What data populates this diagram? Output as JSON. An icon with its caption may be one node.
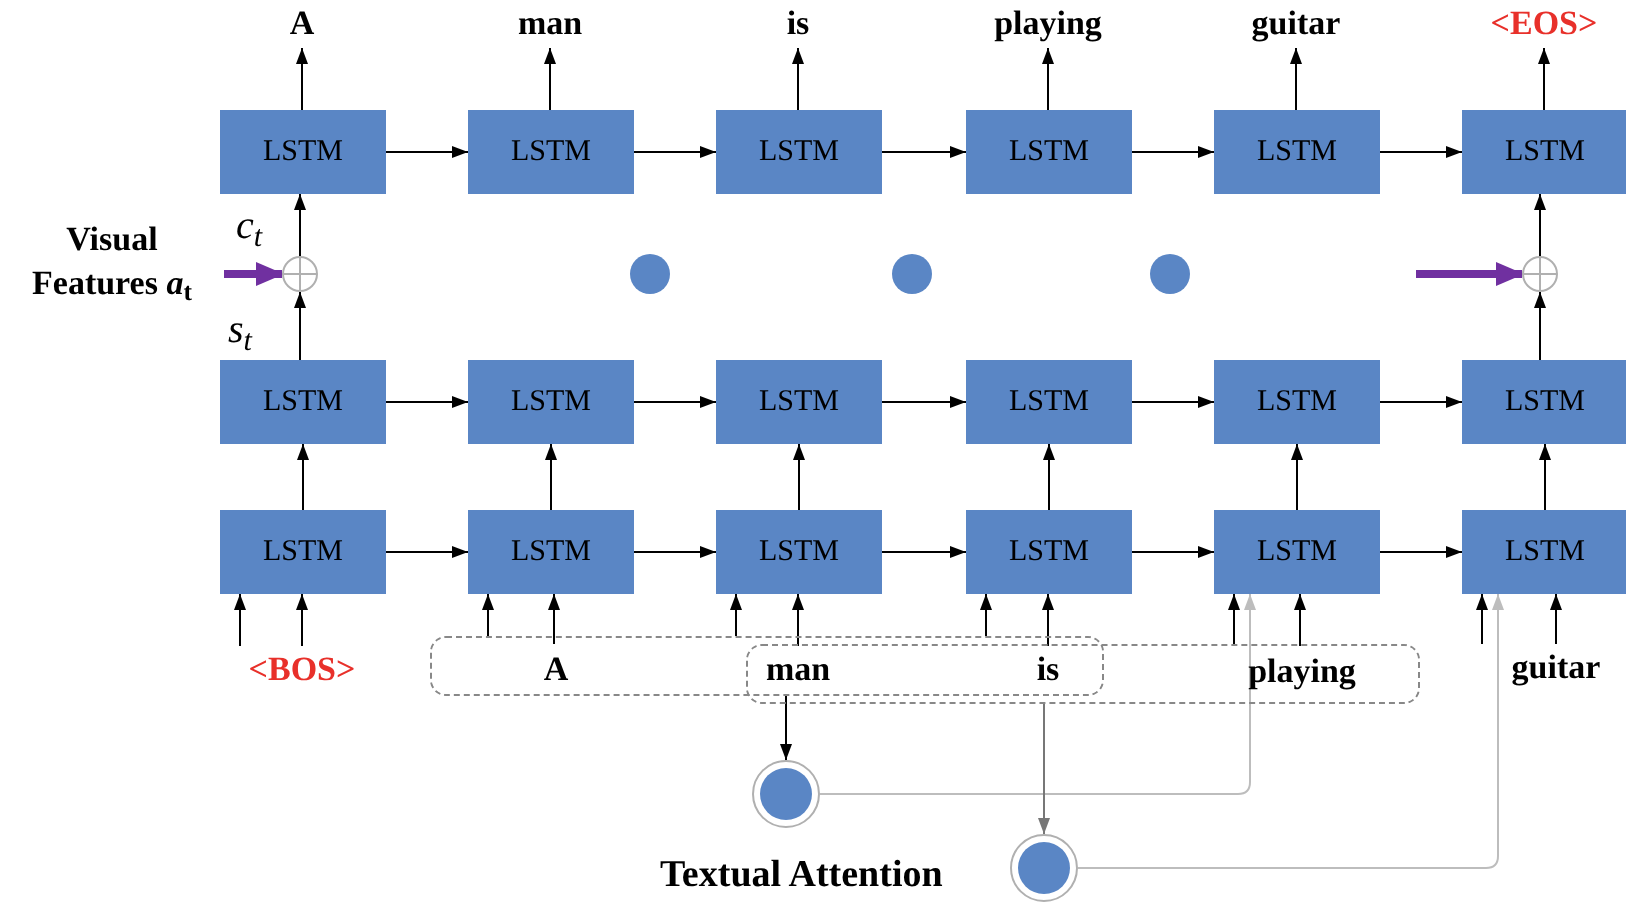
{
  "diagram": {
    "nodes": [
      {
        "text": [
          "A"
        ]
      },
      {
        "text": [
          "man"
        ]
      },
      {
        "text": [
          "is"
        ]
      },
      {
        "text": [
          "playing"
        ]
      },
      {
        "text": [
          "guitar"
        ]
      },
      {
        "text": [
          "<EOS>"
        ]
      },
      {
        "text": [
          "LSTM"
        ]
      },
      {
        "text": [
          "LSTM"
        ]
      },
      {
        "text": [
          "LSTM"
        ]
      },
      {
        "text": [
          "LSTM"
        ]
      },
      {
        "text": [
          "LSTM"
        ]
      },
      {
        "text": [
          "LSTM"
        ]
      },
      {
        "text": [
          "Visual Features *a*$_{t}$"
        ]
      },
      {
        "text": [],
        "shape": "circle"
      },
      {
        "text": [],
        "shape": "circle"
      },
      {
        "text": [],
        "shape": "circle"
      },
      {
        "text": [],
        "shape": "circle"
      },
      {
        "text": [],
        "shape": "circle"
      },
      {
        "text": [
          "LSTM"
        ]
      },
      {
        "text": [
          "LSTM"
        ]
      },
      {
        "text": [
          "LSTM"
        ]
      },
      {
        "text": [
          "LSTM"
        ]
      },
      {
        "text": [
          "LSTM"
        ]
      },
      {
        "text": [
          "LSTM"
        ]
      },
      {
        "text": [
          "LSTM"
        ]
      },
      {
        "text": [
          "LSTM"
        ]
      },
      {
        "text": [
          "LSTM"
        ]
      },
      {
        "text": [
          "LSTM"
        ]
      },
      {
        "text": [
          "LSTM"
        ]
      },
      {
        "text": [
          "LSTM"
        ]
      },
      {
        "text": [
          "<BOS>"
        ]
      },
      {
        "text": [],
        "shape": "box"
      },
      {
        "text": [
          "A"
        ],
        "in": 31
      },
      {
        "text": [],
        "shape": "box"
      },
      {
        "text": [
          "man"
        ]
      },
      {
        "text": [
          "is"
        ]
      },
      {
        "text": [
          "playing"
        ],
        "in": 33
      },
      {
        "text": [
          "guitar"
        ]
      },
      {
        "text": [],
        "shape": "circle"
      },
      {
        "text": [],
        "shape": "circle"
      }
    ],
    "edges": [
      {
        "from": 6,
        "to": 0,
        "arrow": "to"
      },
      {
        "from": 7,
        "to": 1,
        "arrow": "to"
      },
      {
        "from": 8,
        "to": 2,
        "arrow": "to"
      },
      {
        "from": 9,
        "to": 3,
        "arrow": "to"
      },
      {
        "from": 10,
        "to": 4,
        "arrow": "to"
      },
      {
        "from": 11,
        "to": 5,
        "arrow": "to"
      },
      {
        "from": 6,
        "to": 7,
        "arrow": "to"
      },
      {
        "from": 7,
        "to": 8,
        "arrow": "to"
      },
      {
        "from": 8,
        "to": 9,
        "arrow": "to"
      },
      {
        "from": 9,
        "to": 10,
        "arrow": "to"
      },
      {
        "from": 10,
        "to": 11,
        "arrow": "to"
      },
      {
        "from": 18,
        "to": 19,
        "arrow": "to"
      },
      {
        "from": 19,
        "to": 20,
        "arrow": "to"
      },
      {
        "from": 20,
        "to": 21,
        "arrow": "to"
      },
      {
        "from": 21,
        "to": 22,
        "arrow": "to"
      },
      {
        "from": 22,
        "to": 23,
        "arrow": "to"
      },
      {
        "from": 24,
        "to": 25,
        "arrow": "to"
      },
      {
        "from": 25,
        "to": 26,
        "arrow": "to"
      },
      {
        "from": 26,
        "to": 27,
        "arrow": "to"
      },
      {
        "from": 27,
        "to": 28,
        "arrow": "to"
      },
      {
        "from": 28,
        "to": 29,
        "arrow": "to"
      },
      {
        "from": 24,
        "to": 18,
        "arrow": "to"
      },
      {
        "from": 25,
        "to": 19,
        "arrow": "to"
      },
      {
        "from": 26,
        "to": 20,
        "arrow": "to"
      },
      {
        "from": 27,
        "to": 21,
        "arrow": "to"
      },
      {
        "from": 28,
        "to": 22,
        "arrow": "to"
      },
      {
        "from": 29,
        "to": 23,
        "arrow": "to"
      },
      {
        "from": 18,
        "to": 13,
        "arrow": "to"
      },
      {
        "from": 13,
        "to": 6,
        "arrow": "to"
      },
      {
        "from": 23,
        "to": 17,
        "arrow": "to"
      },
      {
        "from": 17,
        "to": 11,
        "arrow": "to"
      },
      {
        "from": 12,
        "to": 13,
        "arrow": "to",
        "style": "thick",
        "color": "#7030a0"
      },
      {
        "from": null,
        "to": 17,
        "arrow": "to",
        "style": "thick",
        "color": "#7030a0"
      },
      {
        "from": 30,
        "to": 24,
        "arrow": "to"
      },
      {
        "from": 30,
        "to": 24,
        "arrow": "to"
      },
      {
        "from": 31,
        "to": 25,
        "arrow": "to"
      },
      {
        "from": 32,
        "to": 25,
        "arrow": "to"
      },
      {
        "from": 31,
        "to": 26,
        "arrow": "to"
      },
      {
        "from": 34,
        "to": 26,
        "arrow": "to"
      },
      {
        "from": 31,
        "to": 27,
        "arrow": "to"
      },
      {
        "from": 35,
        "to": 27,
        "arrow": "to"
      },
      {
        "from": 36,
        "to": 28,
        "arrow": "to"
      },
      {
        "from": 38,
        "to": 28,
        "arrow": "to",
        "color": "#bdbdbd"
      },
      {
        "from": 36,
        "to": 28,
        "arrow": "to"
      },
      {
        "from": 37,
        "to": 29,
        "arrow": "to"
      },
      {
        "from": 39,
        "to": 29,
        "arrow": "to",
        "color": "#bdbdbd"
      },
      {
        "from": 37,
        "to": 29,
        "arrow": "to"
      },
      {
        "from": 31,
        "to": 38,
        "arrow": "to"
      },
      {
        "from": 33,
        "to": 39,
        "arrow": "to",
        "color": "#777777"
      }
    ],
    "labels": [
      "c$_{t}$",
      "s$_{t}$",
      "Textual Attention"
    ]
  }
}
